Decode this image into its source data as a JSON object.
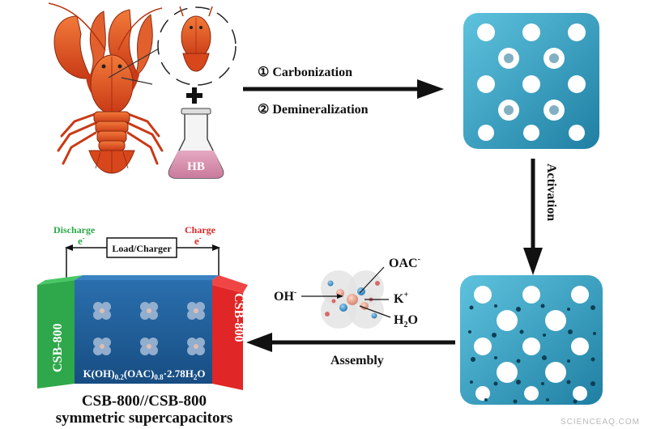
{
  "flask_label": "HB",
  "step1": "① Carbonization",
  "step2": "② Demineralization",
  "activation": "Activation",
  "assembly": "Assembly",
  "discharge": "Discharge",
  "charge": "Charge",
  "electron": "e",
  "electron_sup": "-",
  "load_charger": "Load/Charger",
  "electrode_left": "CSB-800",
  "electrode_right": "CSB-800",
  "electrolyte_formula": {
    "a": "K(OH)",
    "a_sub": "0.2",
    "b": "(OAC)",
    "b_sub": "0.8",
    "c": "·2.78H",
    "c_sub": "2",
    "d": "O"
  },
  "ions": {
    "oac": "OAC",
    "oac_sup": "-",
    "oh": "OH",
    "oh_sup": "-",
    "k": "K",
    "k_sup": "+",
    "h2o_a": "H",
    "h2o_sub": "2",
    "h2o_b": "O"
  },
  "device_title": "CSB-800//CSB-800",
  "device_subtitle": "symmetric supercapacitors",
  "watermark": "SCIENCEAQ.COM",
  "colors": {
    "lobster": "#e8542a",
    "carbon": "#2e9cc0",
    "device_blue": "#1f5f9a",
    "electrode_green": "#2ea84a",
    "electrode_red": "#e02626",
    "discharge_text": "#2ea84a",
    "charge_text": "#e02626"
  }
}
